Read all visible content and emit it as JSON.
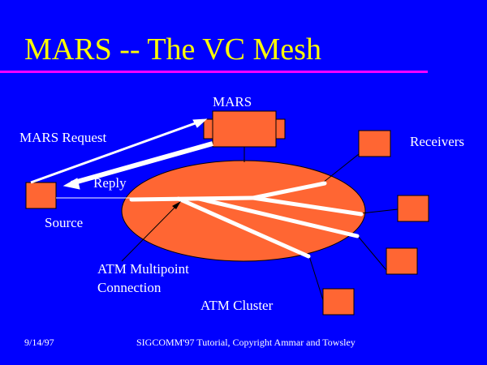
{
  "slide": {
    "title": "MARS -- The VC Mesh",
    "colors": {
      "background": "#0000ff",
      "title": "#ffff00",
      "rule": "#ff00ff",
      "shape_fill": "#ff6633",
      "line": "#ffffff"
    }
  },
  "diagram": {
    "labels": {
      "mars": "MARS",
      "mars_request": "MARS Request",
      "reply": "Reply",
      "source": "Source",
      "receivers": "Receivers",
      "atm_multipoint_line1": "ATM Multipoint",
      "atm_multipoint_line2": "Connection",
      "atm_cluster": "ATM Cluster"
    }
  },
  "footer": {
    "date": "9/14/97",
    "credit": "SIGCOMM'97 Tutorial, Copyright Ammar and Towsley"
  }
}
